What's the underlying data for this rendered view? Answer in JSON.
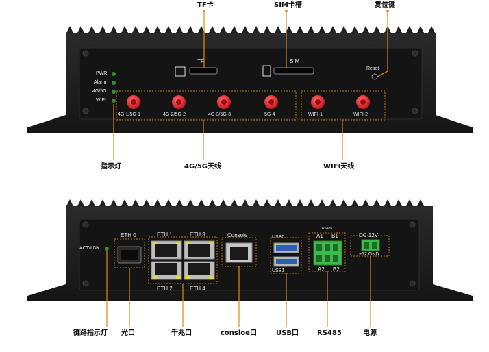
{
  "top_callouts": {
    "tf": "TF卡",
    "sim": "SIM卡槽",
    "reset": "复位键",
    "indicator": "指示灯",
    "antenna_4g5g": "4G/5G天线",
    "antenna_wifi": "WIFI天线"
  },
  "top_panel": {
    "tf_label": "TF",
    "sim_label": "SIM",
    "reset_label": "Reset",
    "leds": [
      "PWR",
      "Alarm",
      "4G/5G",
      "WIFI"
    ],
    "antennas": [
      "4G-1/5G-1",
      "4G-2/5G-2",
      "4G-3/5G-3",
      "5G-4",
      "WIFI-1",
      "WIFI-2"
    ]
  },
  "bottom_panel": {
    "act_lnk": "ACT/LNK",
    "eth0": "ETH 0",
    "eth1": "ETH 1",
    "eth2": "ETH 2",
    "eth3": "ETH 3",
    "eth4": "ETH 4",
    "console": "Console",
    "usb0": "USB0",
    "usb1": "USB1",
    "rs485_top": "RS485",
    "a1": "A1",
    "b1": "B1",
    "a2": "A2",
    "b2": "B2",
    "dc": "DC 12V",
    "power_pins": "+12 GND"
  },
  "bottom_callouts": {
    "link_led": "链路指示灯",
    "optical": "光口",
    "gigabit": "千兆口",
    "console": "consloe口",
    "usb": "USB口",
    "rs485": "RS485",
    "power": "电源"
  },
  "colors": {
    "chassis": "#1b1b1b",
    "panel": "#141414",
    "antenna": "#e01828",
    "led": "#3c8a2e",
    "callout_line": "#e08a10",
    "dashed_box": "#c0781a",
    "terminal": "#3dbb4a",
    "usb_blue": "#2a5fb8"
  }
}
